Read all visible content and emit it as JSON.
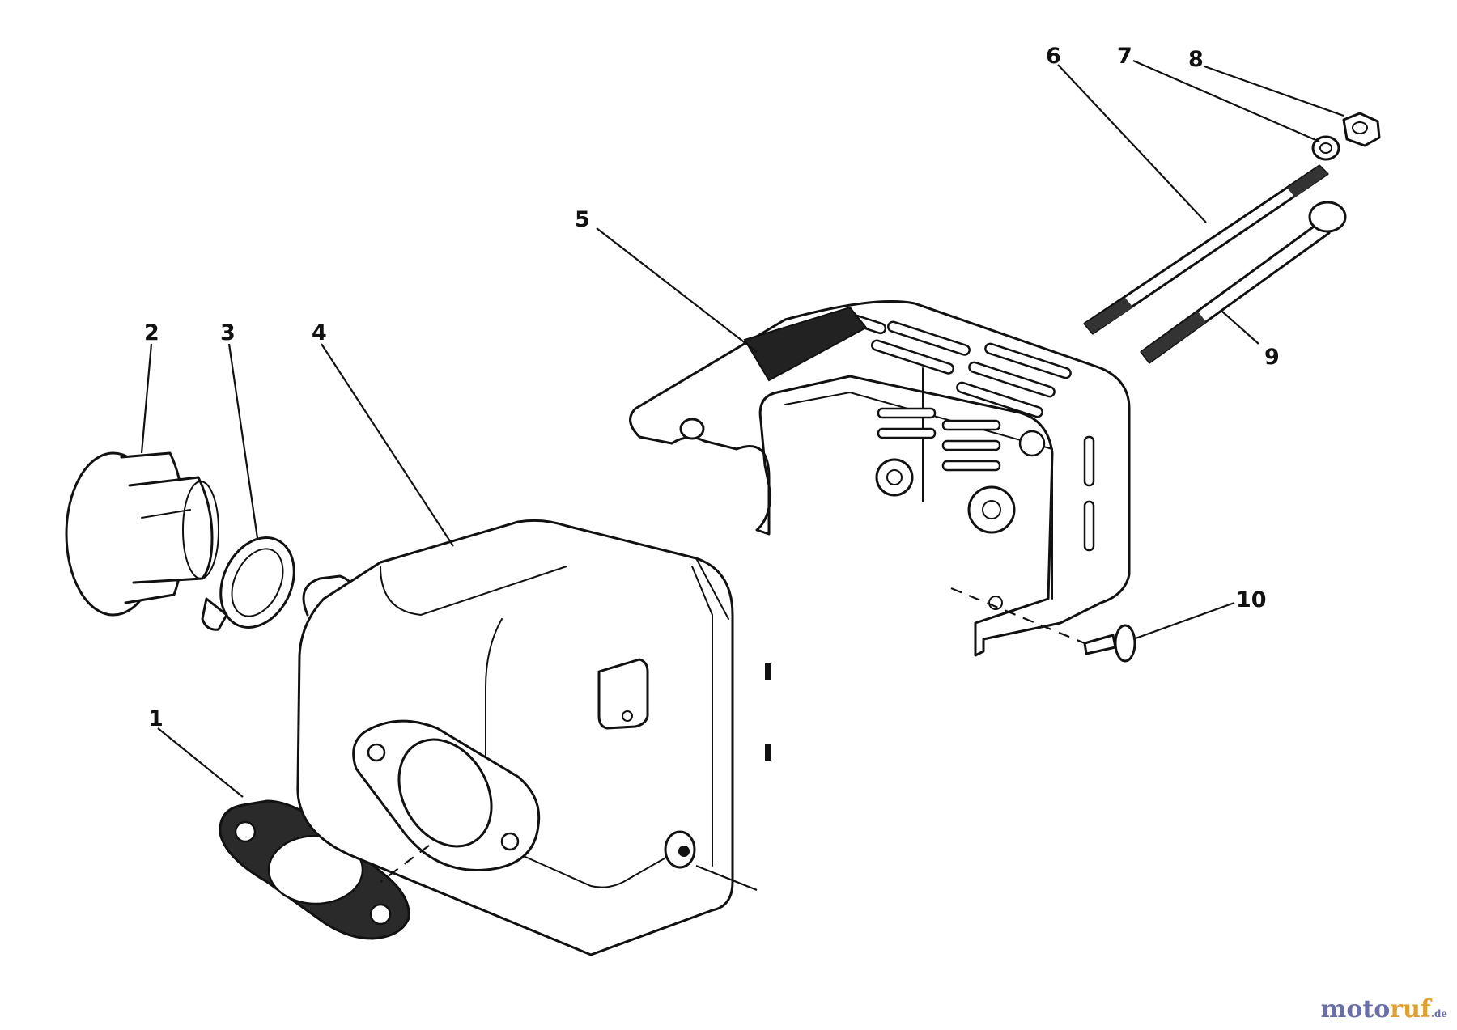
{
  "callouts": [
    {
      "id": "1",
      "text": "1"
    },
    {
      "id": "2",
      "text": "2"
    },
    {
      "id": "3",
      "text": "3"
    },
    {
      "id": "4",
      "text": "4"
    },
    {
      "id": "5",
      "text": "5"
    },
    {
      "id": "6",
      "text": "6"
    },
    {
      "id": "7",
      "text": "7"
    },
    {
      "id": "8",
      "text": "8"
    },
    {
      "id": "9",
      "text": "9"
    },
    {
      "id": "10",
      "text": "10"
    }
  ],
  "watermark": {
    "part1": "moto",
    "part2": "ruf",
    "suffix": ".de"
  }
}
